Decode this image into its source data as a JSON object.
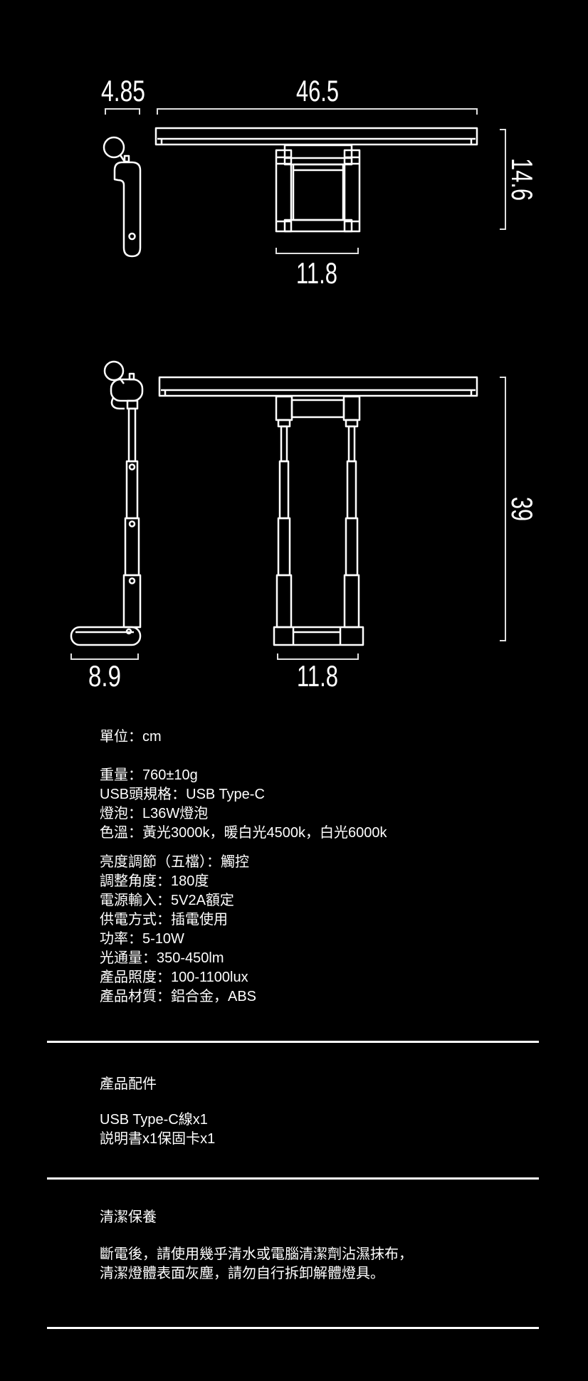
{
  "page": {
    "background": "#000000",
    "text_color": "#ffffff",
    "line_color": "#ffffff"
  },
  "diagram_top": {
    "dims": {
      "head_depth": "4.85",
      "bar_width": "46.5",
      "height": "14.6",
      "clamp_width": "11.8"
    }
  },
  "diagram_bottom": {
    "dims": {
      "height": "39",
      "base_depth": "8.9",
      "base_width": "11.8"
    }
  },
  "unit_line": "單位：cm",
  "spec_group_1": {
    "lines": [
      "重量：760±10g",
      "USB頭規格：USB Type-C",
      "燈泡：L36W燈泡",
      "色溫：黃光3000k，暖白光4500k，白光6000k"
    ]
  },
  "spec_group_2": {
    "lines": [
      "亮度調節（五檔）：觸控",
      "調整角度：180度",
      "電源輸入：5V2A額定",
      "供電方式：插電使用",
      "功率：5-10W",
      "光通量：350-450lm",
      "產品照度：100-1100lux",
      "產品材質：鋁合金，ABS"
    ]
  },
  "accessories": {
    "heading": "產品配件",
    "lines": [
      "USB Type-C線x1",
      "説明書x1保固卡x1"
    ]
  },
  "care": {
    "heading": "清潔保養",
    "lines": [
      "斷電後，請使用幾乎清水或電腦清潔劑沾濕抹布，",
      "清潔燈體表面灰塵，請勿自行拆卸解體燈具。"
    ]
  }
}
